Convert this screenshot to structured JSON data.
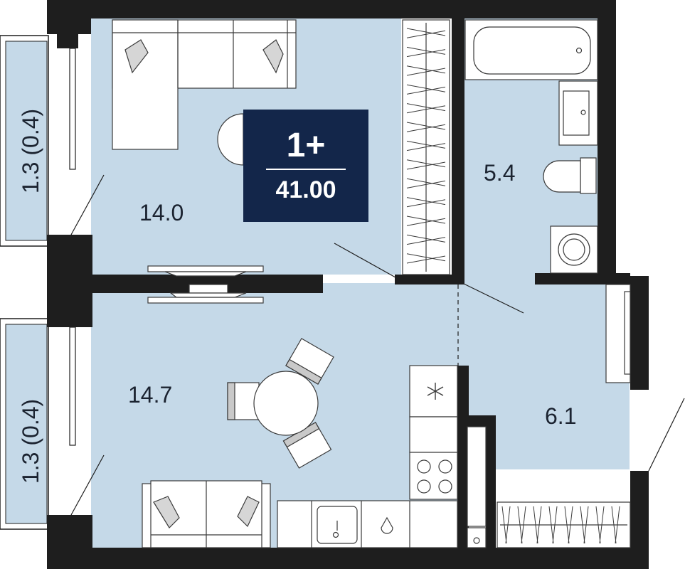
{
  "apartment": {
    "rooms_label": "1+",
    "total_area": "41.00"
  },
  "rooms": {
    "living_room_area": "14.0",
    "bedroom_area": "14.7",
    "bathroom_area": "5.4",
    "hallway_area": "6.1",
    "balcony_top_area": "1.3 (0.4)",
    "balcony_bottom_area": "1.3 (0.4)"
  },
  "colors": {
    "floor": "#c5d9e8",
    "wall": "#1e1e1e",
    "badge": "#13264a",
    "furniture": "#ffffff",
    "furniture_stroke": "#3a3a3a"
  }
}
